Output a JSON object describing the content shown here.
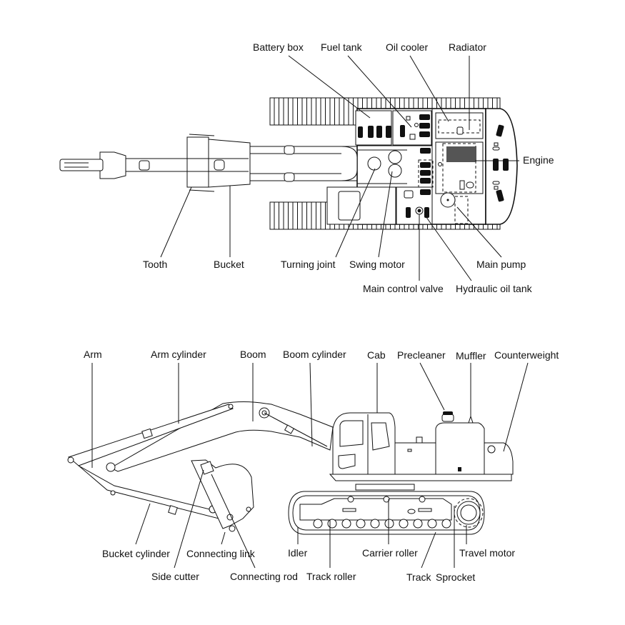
{
  "figure": {
    "type": "technical-illustration",
    "subject": "Hydraulic excavator component layout",
    "views": [
      {
        "id": "top-view",
        "labels": [
          {
            "key": "battery_box",
            "text": "Battery box"
          },
          {
            "key": "fuel_tank",
            "text": "Fuel tank"
          },
          {
            "key": "oil_cooler",
            "text": "Oil cooler"
          },
          {
            "key": "radiator",
            "text": "Radiator"
          },
          {
            "key": "engine",
            "text": "Engine"
          },
          {
            "key": "tooth",
            "text": "Tooth"
          },
          {
            "key": "bucket",
            "text": "Bucket"
          },
          {
            "key": "turning_joint",
            "text": "Turning joint"
          },
          {
            "key": "swing_motor",
            "text": "Swing motor"
          },
          {
            "key": "main_pump",
            "text": "Main pump"
          },
          {
            "key": "main_control_valve",
            "text": "Main control valve"
          },
          {
            "key": "hydraulic_oil_tank",
            "text": "Hydraulic oil tank"
          }
        ]
      },
      {
        "id": "side-view",
        "labels": [
          {
            "key": "arm",
            "text": "Arm"
          },
          {
            "key": "arm_cylinder",
            "text": "Arm cylinder"
          },
          {
            "key": "boom",
            "text": "Boom"
          },
          {
            "key": "boom_cylinder",
            "text": "Boom cylinder"
          },
          {
            "key": "cab",
            "text": "Cab"
          },
          {
            "key": "precleaner",
            "text": "Precleaner"
          },
          {
            "key": "muffler",
            "text": "Muffler"
          },
          {
            "key": "counterweight",
            "text": "Counterweight"
          },
          {
            "key": "bucket_cylinder",
            "text": "Bucket cylinder"
          },
          {
            "key": "connecting_link",
            "text": "Connecting link"
          },
          {
            "key": "side_cutter",
            "text": "Side cutter"
          },
          {
            "key": "connecting_rod",
            "text": "Connecting rod"
          },
          {
            "key": "idler",
            "text": "Idler"
          },
          {
            "key": "track_roller",
            "text": "Track roller"
          },
          {
            "key": "carrier_roller",
            "text": "Carrier roller"
          },
          {
            "key": "track",
            "text": "Track"
          },
          {
            "key": "sprocket",
            "text": "Sprocket"
          },
          {
            "key": "travel_motor",
            "text": "Travel motor"
          }
        ]
      }
    ],
    "colors": {
      "line": "#111111",
      "background": "#ffffff"
    }
  }
}
